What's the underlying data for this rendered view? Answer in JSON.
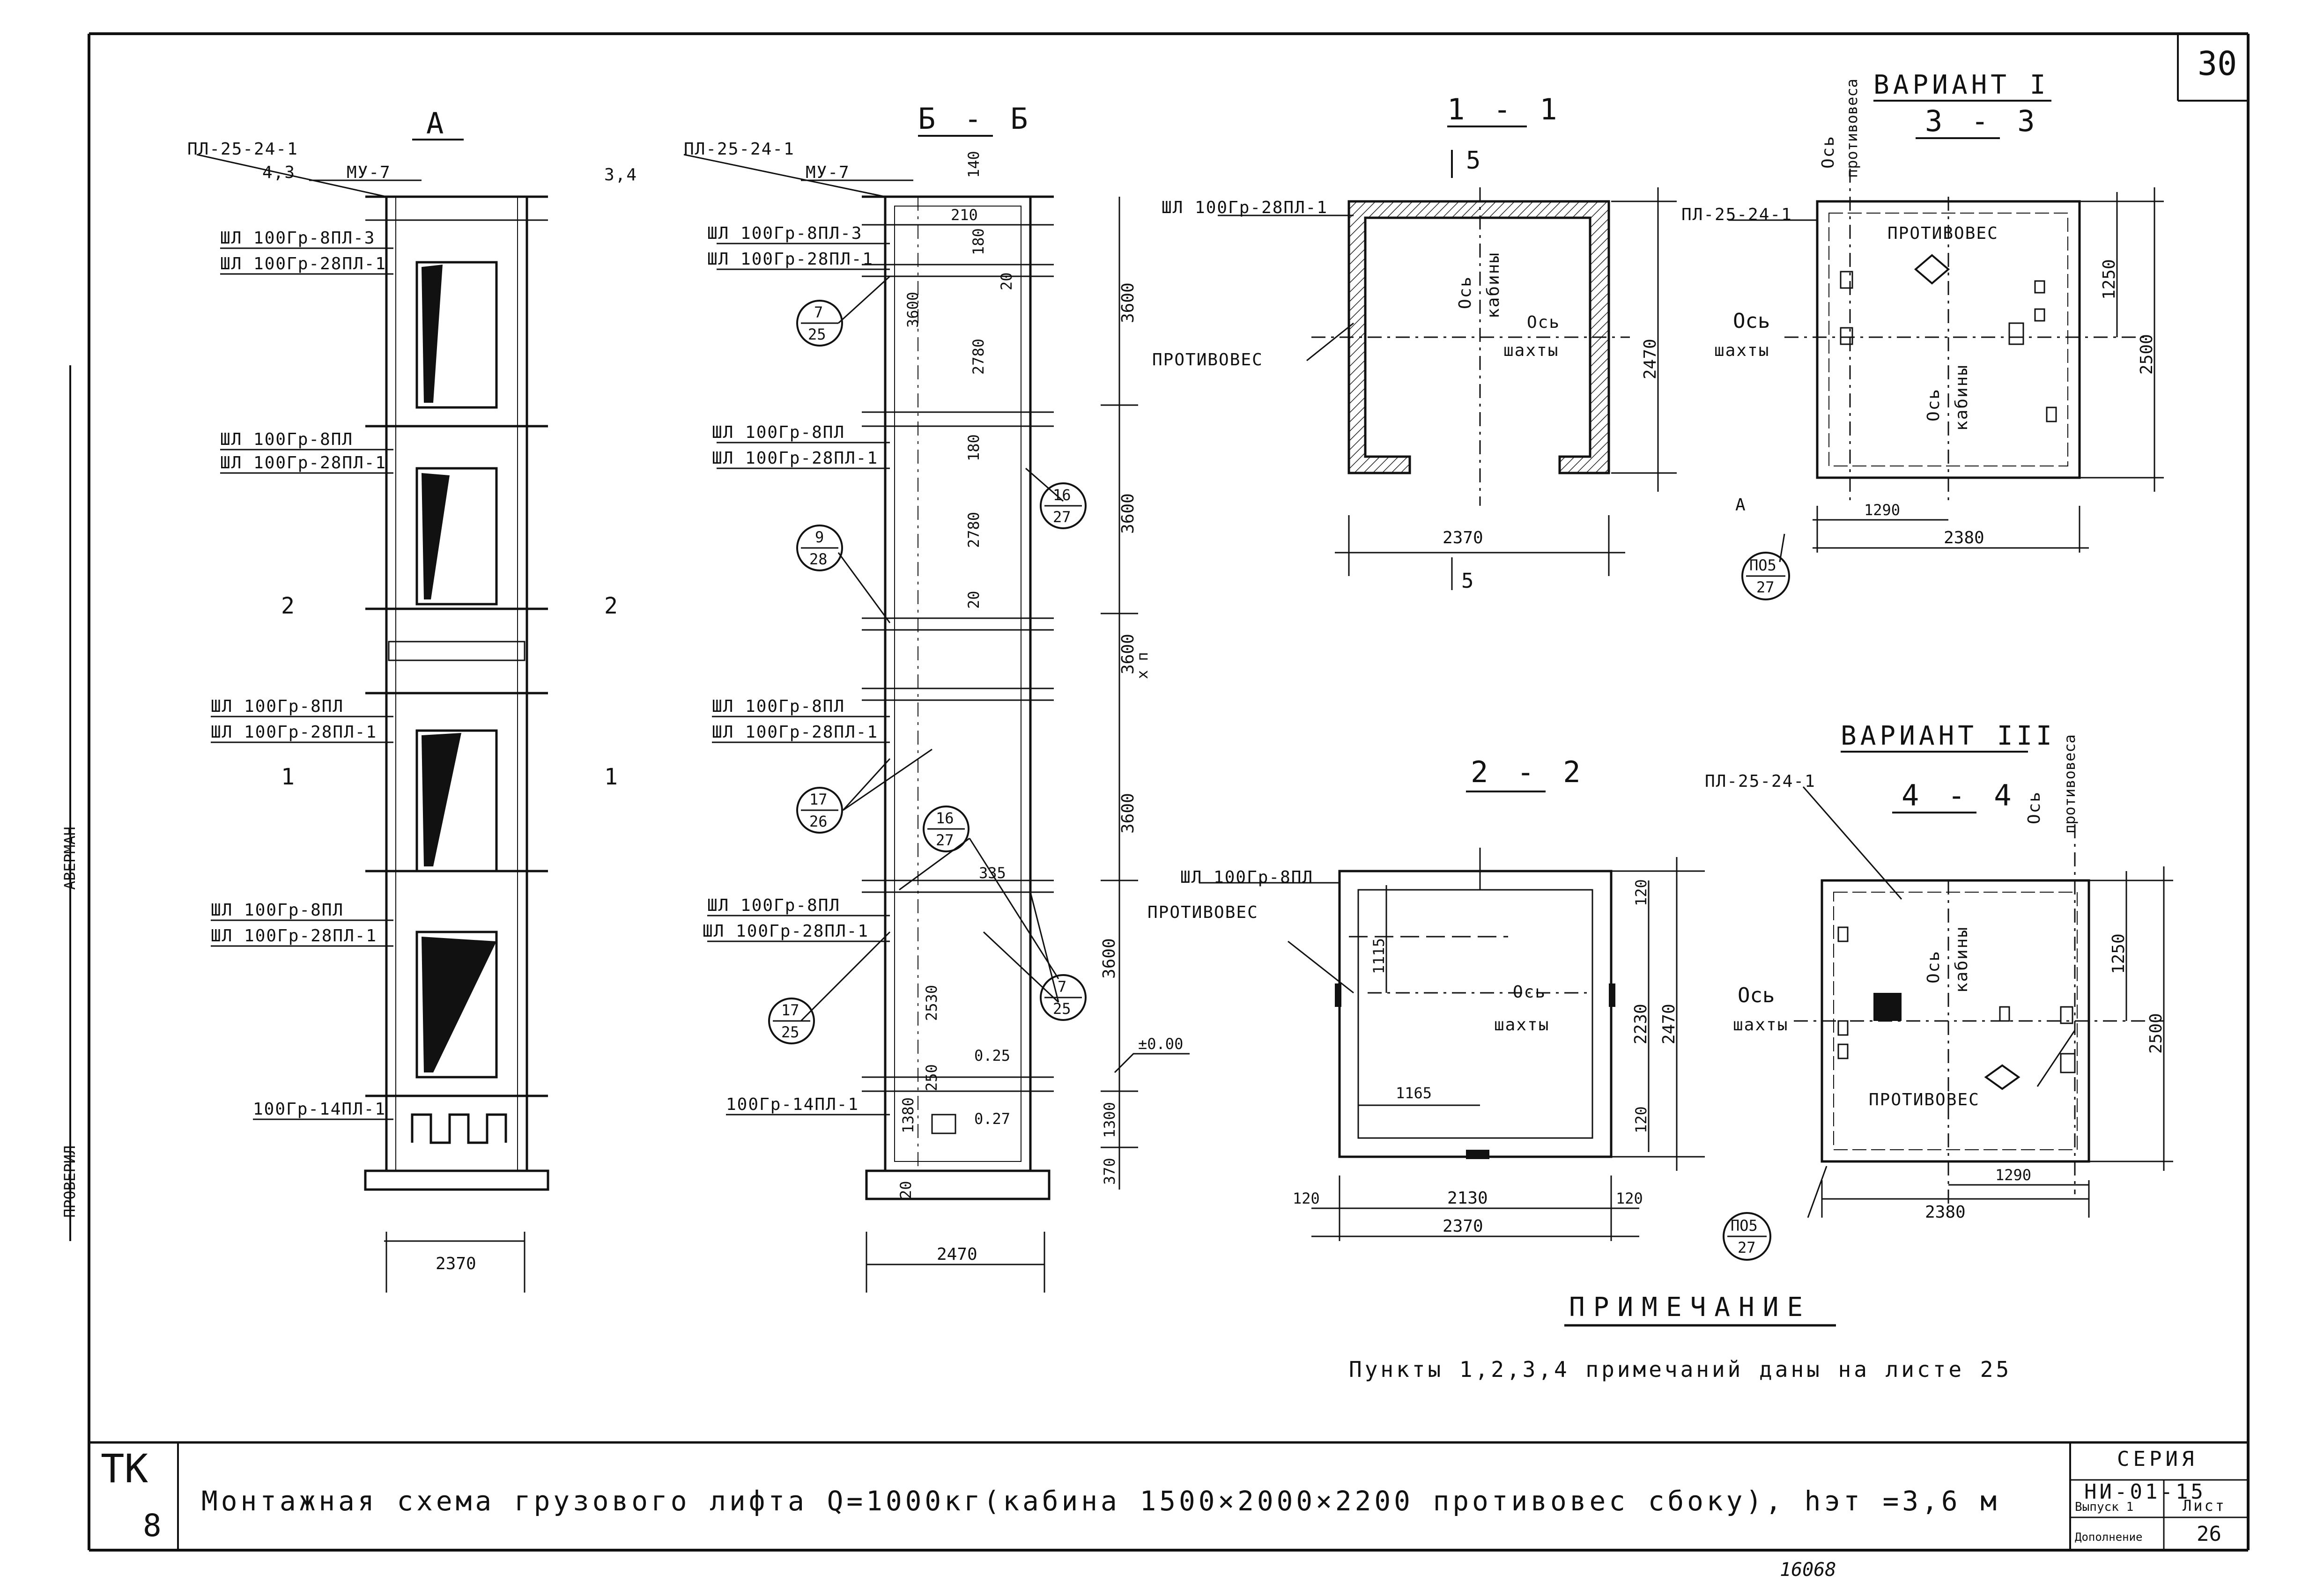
{
  "sheet": {
    "number": "30",
    "code": "16068",
    "side_stamp": [
      "ПРОВЕРИЛ",
      "АВЕРМАН"
    ]
  },
  "title_block": {
    "tk": "ТК",
    "tk_num": "8",
    "title": "Монтажная схема грузового лифта Q=1000кг(кабина 1500×2000×2200 противовес сбоку), hэт =3,6 м",
    "series_label": "СЕРИЯ",
    "series_value": "НИ-01-15",
    "issue_label": "Выпуск 1",
    "supplement_label": "Дополнение",
    "sheet_label": "Лист",
    "sheet_value": "26"
  },
  "view_a": {
    "title": "А",
    "top_panel": "ПЛ-25-24-1",
    "top_mark": "4,3",
    "top_block": "МУ-7",
    "level_mark": "3,4",
    "labels": [
      "ШЛ 100Гр-8ПЛ-3",
      "ШЛ 100Гр-28ПЛ-1",
      "ШЛ 100Гр-8ПЛ",
      "ШЛ 100Гр-28ПЛ-1",
      "ШЛ 100Гр-8ПЛ",
      "ШЛ 100Гр-28ПЛ-1",
      "ШЛ 100Гр-8ПЛ",
      "ШЛ 100Гр-28ПЛ-1",
      "100Гр-14ПЛ-1"
    ],
    "cut_2": "2",
    "cut_1": "1",
    "width": "2370"
  },
  "view_bb": {
    "title": "Б - Б",
    "top_panel": "ПЛ-25-24-1",
    "top_block": "МУ-7",
    "labels": [
      "ШЛ 100Гр-8ПЛ-3",
      "ШЛ 100Гр-28ПЛ-1",
      "ШЛ 100Гр-8ПЛ",
      "ШЛ 100Гр-28ПЛ-1",
      "ШЛ 100Гр-8ПЛ",
      "ШЛ 100Гр-28ПЛ-1",
      "ШЛ 100Гр-8ПЛ",
      "ШЛ 100Гр-28ПЛ-1",
      "100Гр-14ПЛ-1"
    ],
    "floor_heights": [
      "3600",
      "3600",
      "3600",
      "3600",
      "3600"
    ],
    "bottom_dims": [
      "1300",
      "370"
    ],
    "zero_mark": "±0.00",
    "inner_dims": [
      "210",
      "180",
      "2780",
      "20",
      "180",
      "2780",
      "20",
      "2530",
      "250",
      "1380",
      "20",
      "335",
      "0.25",
      "0.27",
      "140",
      "3600"
    ],
    "callouts": [
      {
        "top": "7",
        "bottom": "25"
      },
      {
        "top": "16",
        "bottom": "27"
      },
      {
        "top": "9",
        "bottom": "28"
      },
      {
        "top": "17",
        "bottom": "26"
      },
      {
        "top": "16",
        "bottom": "27"
      },
      {
        "top": "17",
        "bottom": "25"
      },
      {
        "top": "7",
        "bottom": "25"
      }
    ],
    "width": "2470",
    "xn": "х п"
  },
  "section_11": {
    "title": "1 - 1",
    "cut_label": "5",
    "left_label": "ШЛ 100Гр-28ПЛ-1",
    "counterweight": "ПРОТИВОВЕС",
    "cabin_axis": [
      "Ось",
      "кабины"
    ],
    "shaft_axis": [
      "Ось",
      "шахты"
    ],
    "depth": "2470",
    "width": "2370",
    "cut_bottom": "5"
  },
  "section_22": {
    "title": "2 - 2",
    "left_label": "ШЛ 100Гр-8ПЛ",
    "counterweight": "ПРОТИВОВЕС",
    "shaft_axis": [
      "Ось",
      "шахты"
    ],
    "dims_right": [
      "120",
      "2230",
      "120",
      "2470"
    ],
    "dim_1115": "1115",
    "dim_1165": "1165",
    "bottom": [
      "120",
      "2130",
      "120"
    ],
    "total": "2370"
  },
  "variant_1": {
    "variant": "ВАРИАНТ I",
    "section": "3 - 3",
    "axis_label": [
      "Ось",
      "противовеса"
    ],
    "panel": "ПЛ-25-24-1",
    "counterweight": "ПРОТИВОВЕС",
    "shaft_axis": [
      "Ось",
      "шахты"
    ],
    "cabin_axis": [
      "Ось",
      "кабины"
    ],
    "dims_right": [
      "1250",
      "2500"
    ],
    "dim_1290": "1290",
    "dim_2380": "2380",
    "a_mark": "А",
    "callout": {
      "top": "ПО5",
      "bottom": "27"
    }
  },
  "variant_3": {
    "variant": "ВАРИАНТ III",
    "section": "4 - 4",
    "axis_label": [
      "Ось",
      "противовеса"
    ],
    "panel": "ПЛ-25-24-1",
    "counterweight": "ПРОТИВОВЕС",
    "shaft_axis": [
      "Ось",
      "шахты"
    ],
    "cabin_axis": [
      "Ось",
      "кабины"
    ],
    "dims_right": [
      "1250",
      "2500"
    ],
    "dim_1290": "1290",
    "dim_2380": "2380",
    "callout": {
      "top": "ПО5",
      "bottom": "27"
    }
  },
  "note": {
    "title": "ПРИМЕЧАНИЕ",
    "text": "Пункты 1,2,3,4 примечаний даны на листе 25"
  }
}
